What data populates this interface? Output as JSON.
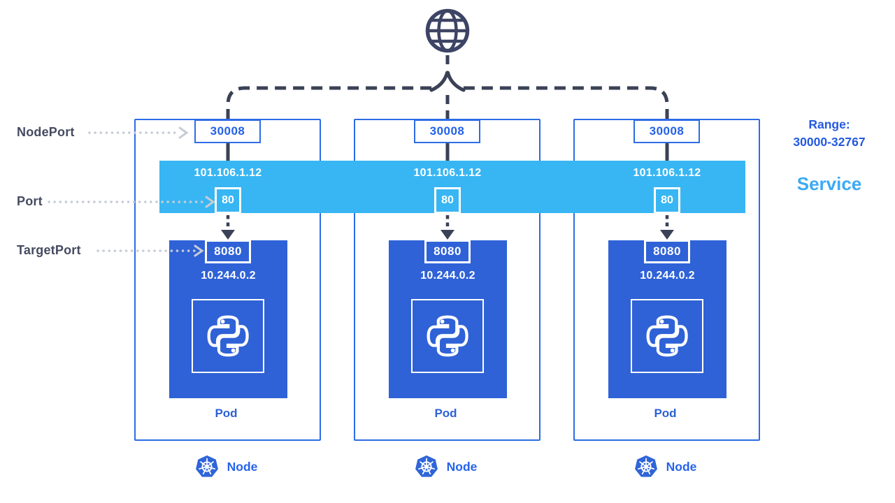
{
  "title": "Kubernetes NodePort service diagram",
  "colors": {
    "node_border": "#2d6ce5",
    "service_band": "#38b6f3",
    "pod_fill": "#2f62d7",
    "dark_line": "#3b4156",
    "annotation_text": "#454b61",
    "accent_blue": "#2563eb",
    "service_text": "#3caaf4",
    "arrow_dots": "#c7ccd6"
  },
  "annotations": {
    "nodeport": "NodePort",
    "port": "Port",
    "targetport": "TargetPort"
  },
  "service": {
    "range_line1": "Range:",
    "range_line2": "30000-32767",
    "label": "Service"
  },
  "icons": {
    "internet": "globe-icon",
    "runtime": "python-logo-icon",
    "platform": "kubernetes-icon"
  },
  "nodes": [
    {
      "nodeport_value": "30008",
      "service_ip": "101.106.1.12",
      "port_value": "80",
      "pod": {
        "targetport_value": "8080",
        "ip": "10.244.0.2",
        "label": "Pod"
      },
      "footer": {
        "label": "Node"
      }
    },
    {
      "nodeport_value": "30008",
      "service_ip": "101.106.1.12",
      "port_value": "80",
      "pod": {
        "targetport_value": "8080",
        "ip": "10.244.0.2",
        "label": "Pod"
      },
      "footer": {
        "label": "Node"
      }
    },
    {
      "nodeport_value": "30008",
      "service_ip": "101.106.1.12",
      "port_value": "80",
      "pod": {
        "targetport_value": "8080",
        "ip": "10.244.0.2",
        "label": "Pod"
      },
      "footer": {
        "label": "Node"
      }
    }
  ]
}
